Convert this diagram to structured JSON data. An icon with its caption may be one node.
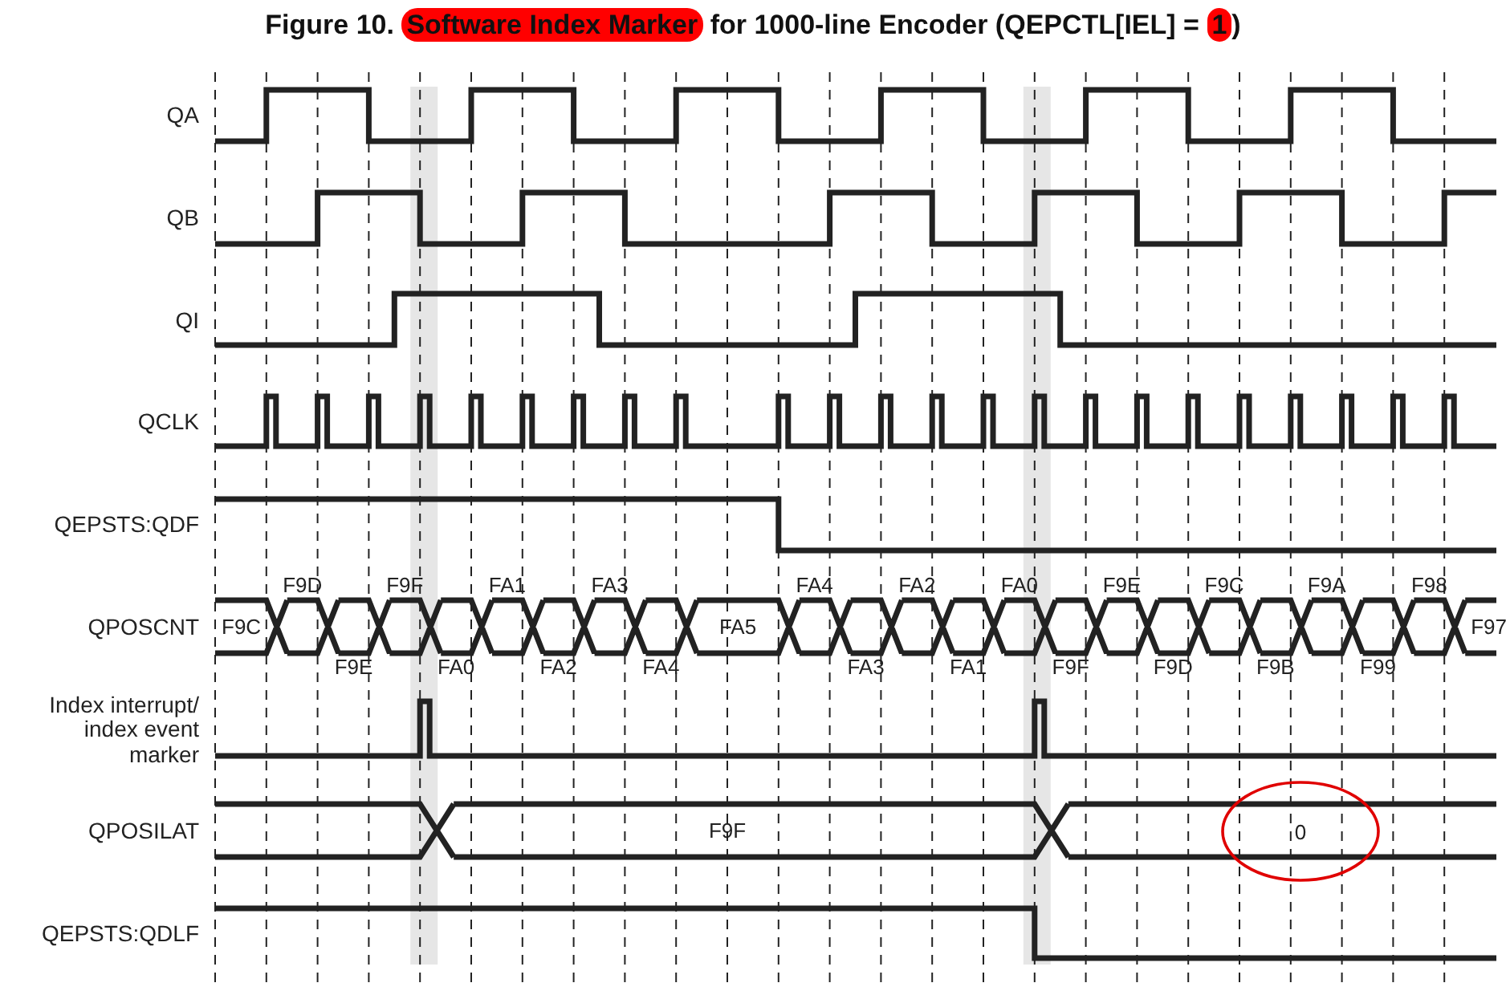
{
  "diagram": {
    "title": "Figure 10. *Software Index Marker* for 1000-line Encoder (QEPCTL[IEL] = *1*)",
    "nodes": [
      {
        "text": [
          "0"
        ]
      }
    ],
    "labels": [
      "QA",
      "QB",
      "QI",
      "QCLK",
      "QEPSTS:QDF",
      "QPOSCNT",
      "F9C",
      "F9D",
      "F9E",
      "F9F",
      "FA0",
      "FA1",
      "FA2",
      "FA3",
      "FA4",
      "FA5",
      "FA4",
      "FA3",
      "FA2",
      "FA1",
      "FA0",
      "F9F",
      "F9E",
      "F9D",
      "F9C",
      "F9B",
      "F9A",
      "F99",
      "F98",
      "F97",
      "Index interrupt/ index event marker",
      "QPOSILAT",
      "F9F",
      "QEPSTS:QDLF"
    ]
  }
}
